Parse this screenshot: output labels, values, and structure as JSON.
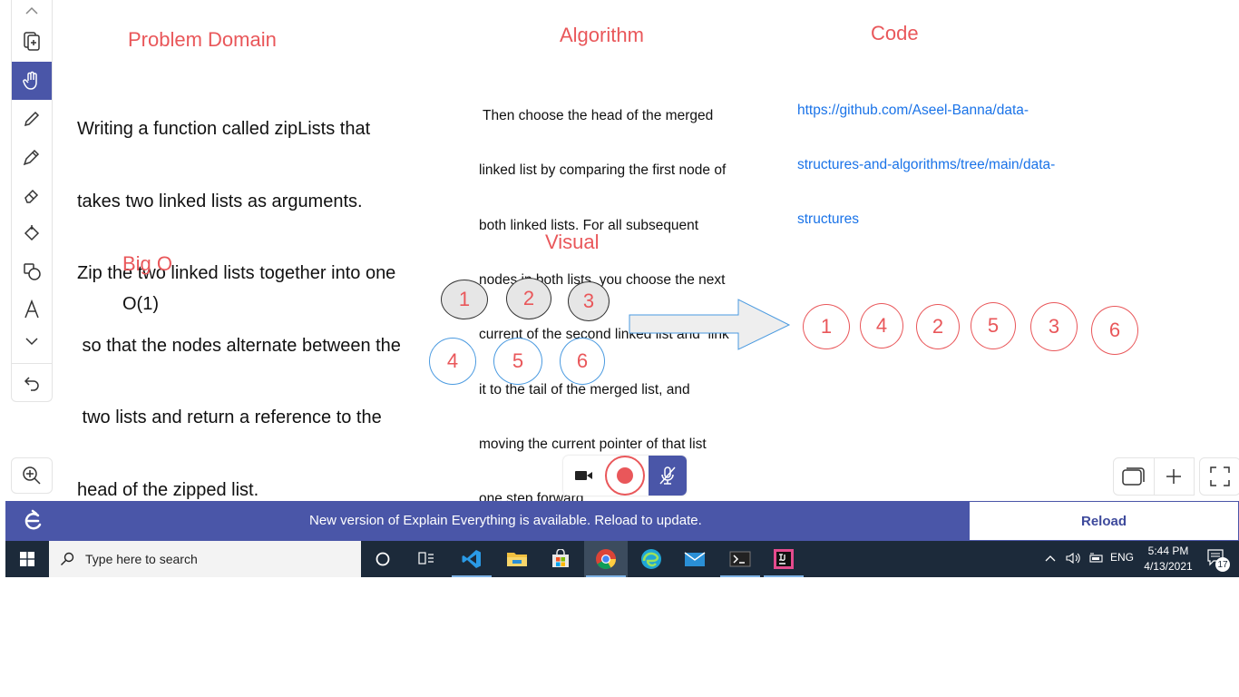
{
  "canvas": {
    "problem_domain": {
      "title": "Problem Domain",
      "lines": [
        "Writing a function called zipLists that",
        "takes two linked lists as arguments.",
        "Zip the two linked lists together into one",
        " so that the nodes alternate between the",
        " two lists and return a reference to the",
        "head of the zipped list."
      ]
    },
    "algorithm": {
      "title": "Algorithm",
      "lines": [
        " Then choose the head of the merged",
        "linked list by comparing the first node of",
        "both linked lists. For all subsequent",
        "nodes in both lists, you choose the next",
        "current of the second linked list and  link",
        "it to the tail of the merged list, and",
        "moving the current pointer of that list",
        "one step forward."
      ]
    },
    "code": {
      "title": "Code",
      "link_lines": [
        "https://github.com/Aseel-Banna/data-",
        "structures-and-algorithms/tree/main/data-",
        "structures"
      ]
    },
    "big_o": {
      "title": "Big O",
      "value": "O(1)"
    },
    "visual": {
      "title": "Visual",
      "list_a": [
        "1",
        "2",
        "3"
      ],
      "list_b": [
        "4",
        "5",
        "6"
      ],
      "merged": [
        "1",
        "4",
        "2",
        "5",
        "3",
        "6"
      ]
    }
  },
  "banner": {
    "message": "New version of Explain Everything is available. Reload to update.",
    "reload_label": "Reload"
  },
  "taskbar": {
    "search_placeholder": "Type here to search",
    "language": "ENG",
    "time": "5:44 PM",
    "date": "4/13/2021",
    "notification_count": "17"
  },
  "colors": {
    "accent": "#4a56a8",
    "title_red": "#e9575a",
    "link_blue": "#1a73e8",
    "taskbar": "#1c2a3a"
  }
}
